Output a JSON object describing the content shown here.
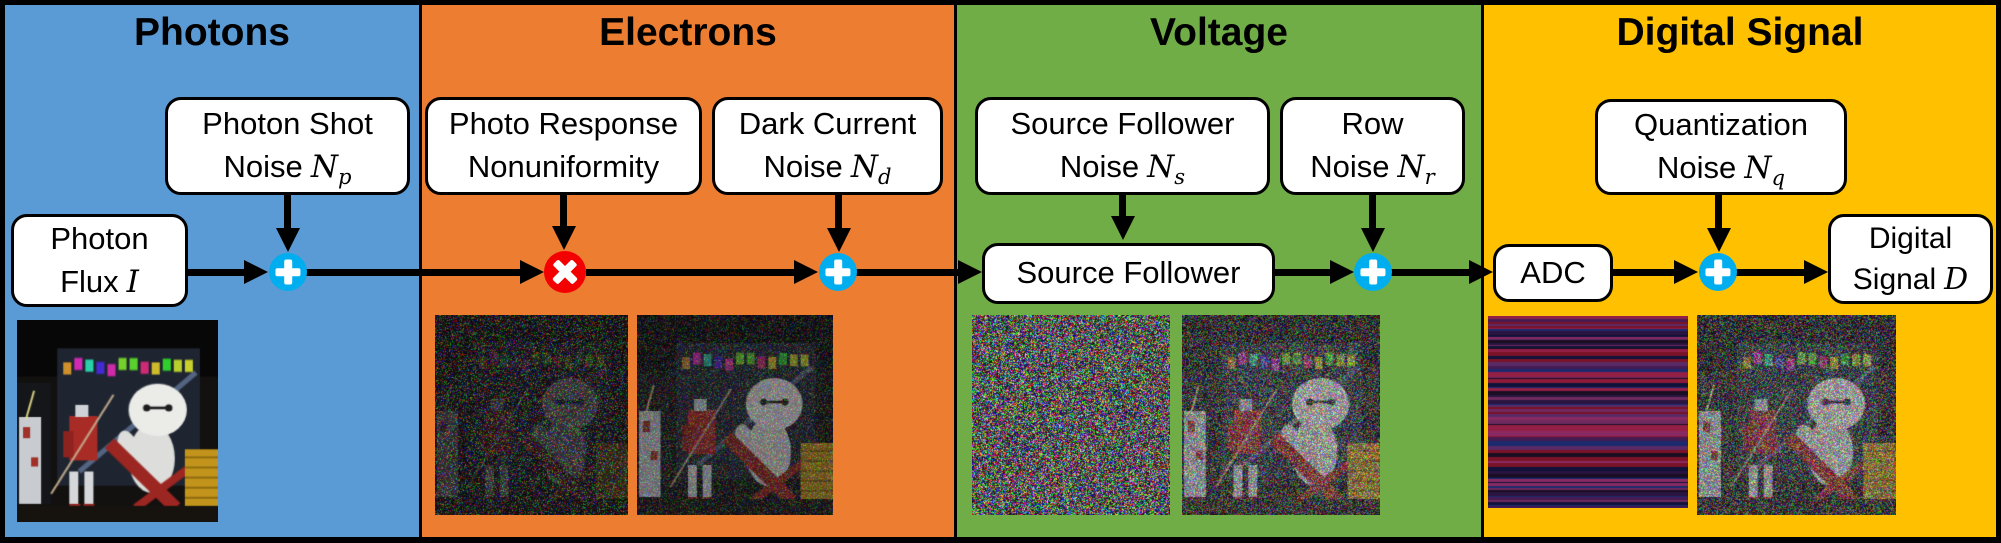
{
  "panels": [
    {
      "key": "photons",
      "title": "Photons",
      "color": "#5B9BD5"
    },
    {
      "key": "electrons",
      "title": "Electrons",
      "color": "#ED7D31"
    },
    {
      "key": "voltage",
      "title": "Voltage",
      "color": "#70AD47"
    },
    {
      "key": "digital_signal",
      "title": "Digital Signal",
      "color": "#FFC000"
    }
  ],
  "boxes": {
    "photon_shot": {
      "line1": "Photon Shot",
      "line2": "Noise",
      "var": "N",
      "sub": "p"
    },
    "photon_flux": {
      "line1": "Photon",
      "line2": "Flux",
      "var": "I",
      "sub": ""
    },
    "prnu": {
      "line1": "Photo Response",
      "line2": "Nonuniformity"
    },
    "dark_current": {
      "line1": "Dark Current",
      "line2": "Noise",
      "var": "N",
      "sub": "d"
    },
    "sf_noise": {
      "line1": "Source Follower",
      "line2": "Noise",
      "var": "N",
      "sub": "s"
    },
    "row_noise": {
      "line1": "Row",
      "line2": "Noise",
      "var": "N",
      "sub": "r"
    },
    "source_follower": {
      "label": "Source Follower"
    },
    "quant_noise": {
      "line1": "Quantization",
      "line2": "Noise",
      "var": "N",
      "sub": "q"
    },
    "adc": {
      "label": "ADC"
    },
    "digital_signal": {
      "line1": "Digital",
      "line2": "Signal",
      "var": "D",
      "sub": ""
    }
  },
  "operators": {
    "add_icon": "plus-in-circle",
    "multiply_icon": "cross-in-circle",
    "add_color": "#00AEEF",
    "multiply_color": "#F40000",
    "symbol_color": "#FFFFFF"
  },
  "images": {
    "photon_flux_photo": "clean photo of Baymax and Gundam figurines",
    "prnu_image": "very dark RGB speckle noise image",
    "dark_current_image": "dark noise image with faint figurine scene",
    "sf_noise_image": "bright RGB speckle noise image",
    "voltage_image": "bright noise image with faint figurine scene",
    "row_noise_image": "horizontal purple and crimson striped row-noise pattern",
    "digital_signal_image": "bright noise image with faint figurine scene"
  }
}
